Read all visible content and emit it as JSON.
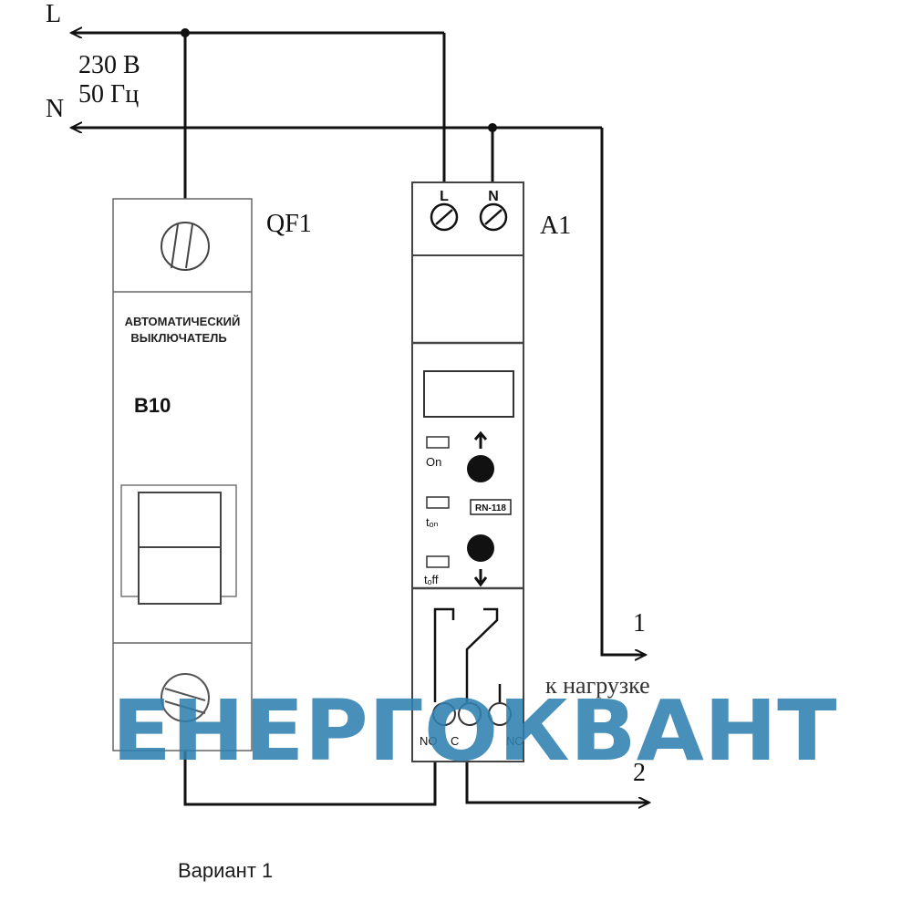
{
  "supply": {
    "line_label": "L",
    "neutral_label": "N",
    "voltage": "230 В",
    "frequency": "50 Гц"
  },
  "breaker": {
    "ref": "QF1",
    "line1": "АВТОМАТИЧЕСКИЙ",
    "line2": "ВЫКЛЮЧАТЕЛЬ",
    "rating": "B10"
  },
  "relay": {
    "ref": "A1",
    "terminal_l": "L",
    "terminal_n": "N",
    "led_on": "On",
    "led_ton": "tₒₙ",
    "led_toff": "tₒff",
    "model": "RN-118",
    "contact_no": "NO",
    "contact_c": "C",
    "contact_nc": "NC"
  },
  "outputs": {
    "out1": "1",
    "out2": "2",
    "load": "к нагрузке"
  },
  "watermark": "ЕНЕРГОКВАНТ",
  "caption": "Вариант 1",
  "colors": {
    "line": "#111111",
    "watermark": "#2f7fb0"
  }
}
